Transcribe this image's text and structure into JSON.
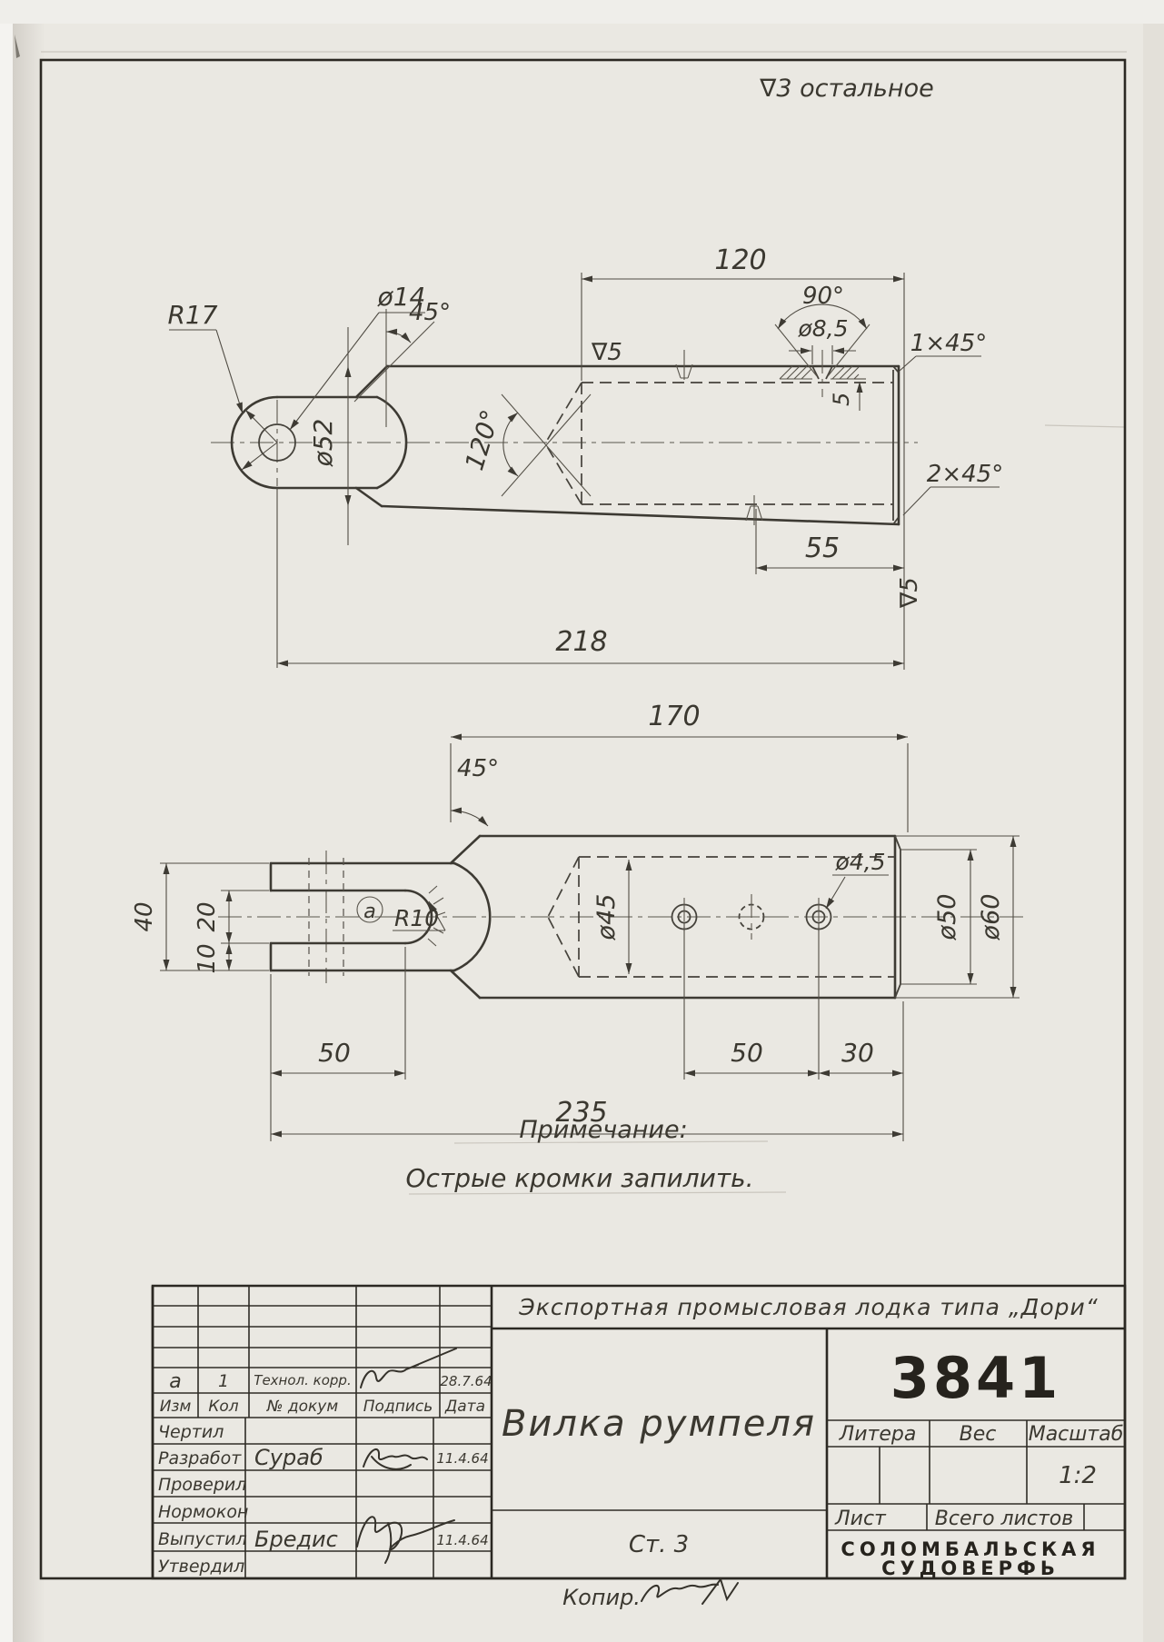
{
  "sheet": {
    "surface_finish_note": "∇3 остальное",
    "note": {
      "title": "Примечание:",
      "body": "Острые кромки запилить."
    },
    "copy_label": "Копир."
  },
  "upper_view": {
    "dim_120": "120",
    "dim_55": "55",
    "dim_218": "218",
    "dia_14": "ø14",
    "rad_17": "R17",
    "dia_52": "ø52",
    "angle_45": "45°",
    "angle_90": "90°",
    "angle_120": "120°",
    "dia_8_5": "ø8,5",
    "depth_5": "5",
    "chamfer_1": "1×45°",
    "chamfer_2": "2×45°",
    "finish_top": "∇5",
    "finish_side": "∇5"
  },
  "lower_view": {
    "dim_170": "170",
    "dim_235": "235",
    "dim_50_left": "50",
    "dim_50_right": "50",
    "dim_30": "30",
    "dim_40": "40",
    "dim_20": "20",
    "dim_10": "10",
    "angle_45": "45°",
    "rad_10": "R10",
    "detail_mark": "а",
    "dia_45": "ø45",
    "dia_4_5": "ø4,5",
    "dia_50": "ø50",
    "dia_60": "ø60"
  },
  "title_block": {
    "project": "Экспортная промысловая лодка типа „Дори“",
    "part_title": "Вилка румпеля",
    "drawing_number": "3841",
    "litera_label": "Литера",
    "weight_label": "Вес",
    "scale_label": "Масштаб",
    "scale_value": "1:2",
    "sheet_label": "Лист",
    "total_sheets_label": "Всего листов",
    "material": "Ст. 3",
    "revision": {
      "izm": "а",
      "kol": "1",
      "doc": "Технол. корр.",
      "date": "28.7.64"
    },
    "columns": {
      "izm": "Изм",
      "kol": "Кол",
      "doc": "№ докум",
      "sign": "Подпись",
      "date": "Дата"
    },
    "rows": [
      {
        "label": "Чертил",
        "name": "",
        "date": ""
      },
      {
        "label": "Разработ",
        "name": "Сураб",
        "date": "11.4.64"
      },
      {
        "label": "Проверил",
        "name": "",
        "date": ""
      },
      {
        "label": "Нормокон",
        "name": "",
        "date": ""
      },
      {
        "label": "Выпустил",
        "name": "Бредис",
        "date": "11.4.64"
      },
      {
        "label": "Утвердил",
        "name": "",
        "date": ""
      }
    ],
    "organization": [
      "СОЛОМБАЛЬСКАЯ",
      "СУДОВЕРФЬ"
    ]
  }
}
